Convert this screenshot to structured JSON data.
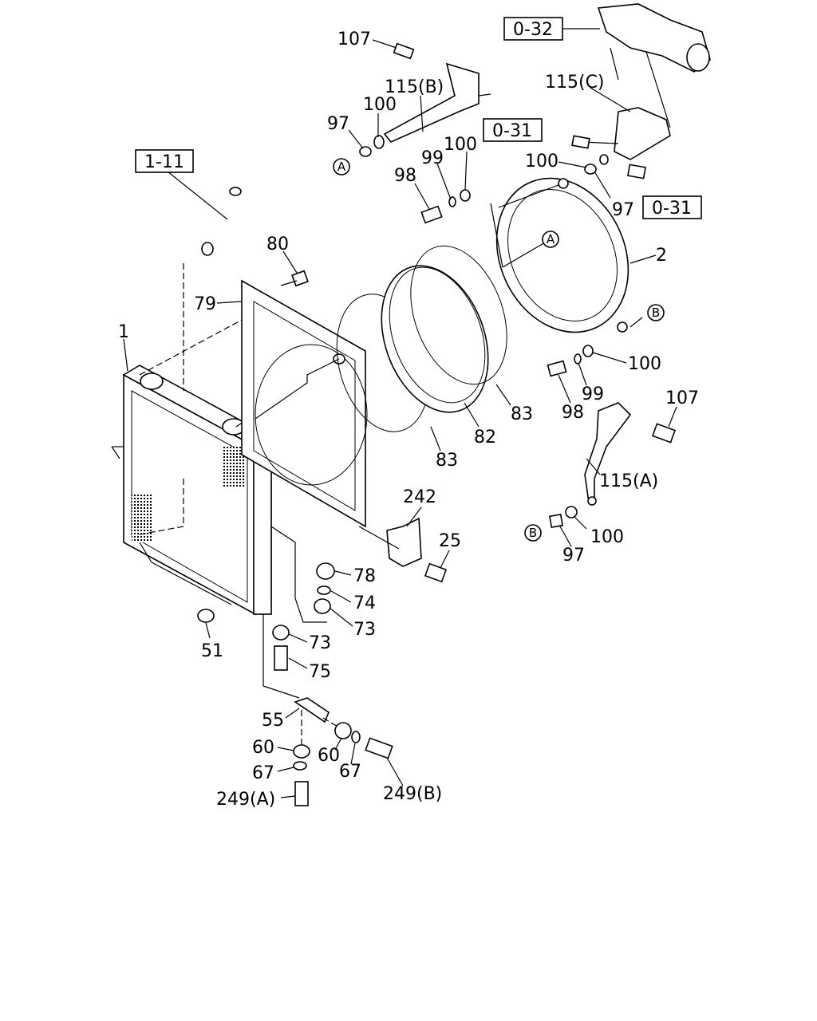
{
  "refs": {
    "r_0_32": "0-32",
    "r_0_31a": "0-31",
    "r_0_31b": "0-31",
    "r_1_11": "1-11"
  },
  "callouts": {
    "A1": "A",
    "A2": "A",
    "B1": "B",
    "B2": "B"
  },
  "labels": {
    "l107a": "107",
    "l115b": "115(B)",
    "l100a": "100",
    "l97a": "97",
    "l115c": "115(C)",
    "l100b": "100",
    "l99a": "99",
    "l98a": "98",
    "l100c": "100",
    "l97b": "97",
    "l2": "2",
    "l80": "80",
    "l79": "79",
    "l1": "1",
    "l100d": "100",
    "l99b": "99",
    "l98b": "98",
    "l107b": "107",
    "l83a": "83",
    "l82": "82",
    "l83b": "83",
    "l115a": "115(A)",
    "l242": "242",
    "l25": "25",
    "l100e": "100",
    "l97c": "97",
    "l78": "78",
    "l74": "74",
    "l73a": "73",
    "l73b": "73",
    "l51": "51",
    "l75": "75",
    "l55": "55",
    "l60a": "60",
    "l60b": "60",
    "l67a": "67",
    "l67b": "67",
    "l249a": "249(A)",
    "l249b": "249(B)"
  }
}
